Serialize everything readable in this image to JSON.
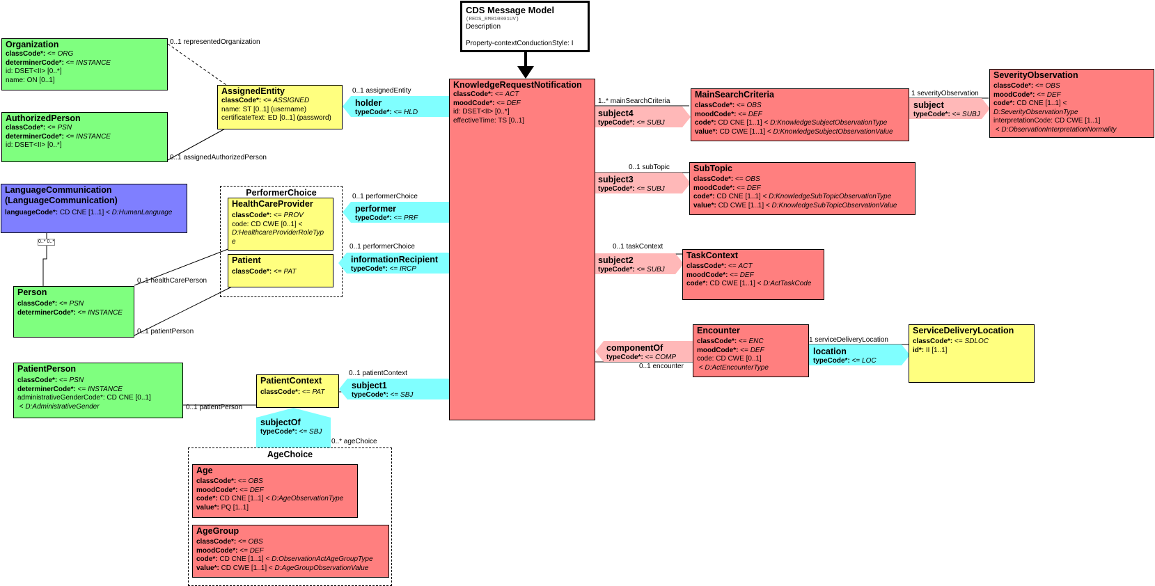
{
  "header": {
    "title": "CDS Message Model",
    "id": "(REDS_RM010001UV)",
    "description": "Description",
    "style": "Property-contextConductionStyle: I"
  },
  "classes": {
    "knowledge": {
      "title": "KnowledgeRequestNotification",
      "rows": [
        "classCode*: <= ACT",
        "moodCode*: <= DEF",
        "id: DSET<II> [0..*]",
        "effectiveTime: TS [0..1]"
      ]
    },
    "organization": {
      "title": "Organization",
      "rows": [
        "classCode*: <= ORG",
        "determinerCode*: <= INSTANCE",
        "id: DSET<II> [0..*]",
        "name: ON [0..1]"
      ]
    },
    "authorized": {
      "title": "AuthorizedPerson",
      "rows": [
        "classCode*: <= PSN",
        "determinerCode*: <= INSTANCE",
        "id: DSET<II> [0..*]"
      ]
    },
    "assigned": {
      "title": "AssignedEntity",
      "rows": [
        "classCode*: <= ASSIGNED",
        "name: ST [0..1] (username)",
        "certificateText: ED [0..1] (password)"
      ]
    },
    "language": {
      "title": "LanguageCommunication",
      "title2": "(LanguageCommunication)",
      "rows": [
        "languageCode*: CD CNE [1..1] < D:HumanLanguage"
      ]
    },
    "healthcare": {
      "title": "HealthCareProvider",
      "rows": [
        "classCode*: <= PROV",
        "code: CD CWE [0..1] <",
        "D:HealthcareProviderRoleTyp",
        "e"
      ]
    },
    "patient": {
      "title": "Patient",
      "rows": [
        "classCode*: <= PAT"
      ]
    },
    "person": {
      "title": "Person",
      "rows": [
        "classCode*: <= PSN",
        "determinerCode*: <= INSTANCE"
      ]
    },
    "patientperson": {
      "title": "PatientPerson",
      "rows": [
        "classCode*: <= PSN",
        "determinerCode*: <= INSTANCE",
        "administrativeGenderCode*: CD CNE [0..1]",
        "< D:AdministrativeGender"
      ]
    },
    "patientcontext": {
      "title": "PatientContext",
      "rows": [
        "classCode*: <= PAT"
      ]
    },
    "age": {
      "title": "Age",
      "rows": [
        "classCode*: <= OBS",
        "moodCode*: <= DEF",
        "code*: CD CNE [1..1] < D:AgeObservationType",
        "value*: PQ [1..1]"
      ]
    },
    "agegroup": {
      "title": "AgeGroup",
      "rows": [
        "classCode*: <= OBS",
        "moodCode*: <= DEF",
        "code*: CD CNE [1..1] < D:ObservationActAgeGroupType",
        "value*: CD CWE [1..1] < D:AgeGroupObservationValue"
      ]
    },
    "mainsearch": {
      "title": "MainSearchCriteria",
      "rows": [
        "classCode*: <= OBS",
        "moodCode*: <= DEF",
        "code*: CD CNE [1..1] < D:KnowledgeSubjectObservationType",
        "value*: CD CWE [1..1] < D:KnowledgeSubjectObservationValue"
      ]
    },
    "severity": {
      "title": "SeverityObservation",
      "rows": [
        "classCode*: <= OBS",
        "moodCode*: <= DEF",
        "code*: CD CNE [1..1] <",
        "D:SeverityObservationType",
        "interpretationCode: CD CWE [1..1]",
        "< D:ObservationInterpretationNormality"
      ]
    },
    "subtopic": {
      "title": "SubTopic",
      "rows": [
        "classCode*: <= OBS",
        "moodCode*: <= DEF",
        "code*: CD CNE [1..1] < D:KnowledgeSubTopicObservationType",
        "value*: CD CWE [1..1] < D:KnowledgeSubTopicObservationValue"
      ]
    },
    "taskcontext": {
      "title": "TaskContext",
      "rows": [
        "classCode*: <= ACT",
        "moodCode*: <= DEF",
        "code*: CD CWE [1..1] < D:ActTaskCode"
      ]
    },
    "encounter": {
      "title": "Encounter",
      "rows": [
        "classCode*: <= ENC",
        "moodCode*: <= DEF",
        "code: CD CWE [0..1]",
        "< D:ActEncounterType"
      ]
    },
    "servicedelivery": {
      "title": "ServiceDeliveryLocation",
      "rows": [
        "classCode*: <= SDLOC",
        "id*: II [1..1]"
      ]
    }
  },
  "choices": {
    "performer": "PerformerChoice",
    "age": "AgeChoice"
  },
  "arrows": {
    "holder": {
      "title": "holder",
      "row": "typeCode*: <= HLD"
    },
    "performer": {
      "title": "performer",
      "row": "typeCode*: <= PRF"
    },
    "inforecipient": {
      "title": "informationRecipient",
      "row": "typeCode*: <= IRCP"
    },
    "subject1": {
      "title": "subject1",
      "row": "typeCode*: <= SBJ"
    },
    "subjectof": {
      "title": "subjectOf",
      "row": "typeCode*: <= SBJ"
    },
    "subject4": {
      "title": "subject4",
      "row": "typeCode*: <= SUBJ"
    },
    "subject3": {
      "title": "subject3",
      "row": "typeCode*: <= SUBJ"
    },
    "subject2": {
      "title": "subject2",
      "row": "typeCode*: <= SUBJ"
    },
    "componentof": {
      "title": "componentOf",
      "row": "typeCode*: <= COMP"
    },
    "subject": {
      "title": "subject",
      "row": "typeCode*: <= SUBJ"
    },
    "location": {
      "title": "location",
      "row": "typeCode*: <= LOC"
    }
  },
  "labels": {
    "representedOrg": "0..1 representedOrganization",
    "assignedAuth": "0..1 assignedAuthorizedPerson",
    "assignedEntity": "0..1 assignedEntity",
    "performerChoice1": "0..1 performerChoice",
    "performerChoice2": "0..1 performerChoice",
    "healthCarePerson": "0..1 healthCarePerson",
    "patientPersonRole": "0..1 patientPerson",
    "patientPerson2": "0..1 patientPerson",
    "patientContext": "0..1 patientContext",
    "ageChoice": "0..* ageChoice",
    "mainSearch": "1..* mainSearchCriteria",
    "severityObs": "1 severityObservation",
    "subTopic": "0..1 subTopic",
    "taskContext": "0..1 taskContext",
    "encounter": "0..1 encounter",
    "serviceDelivery": "1 serviceDeliveryLocation",
    "langMark": "0..* 0..*"
  }
}
